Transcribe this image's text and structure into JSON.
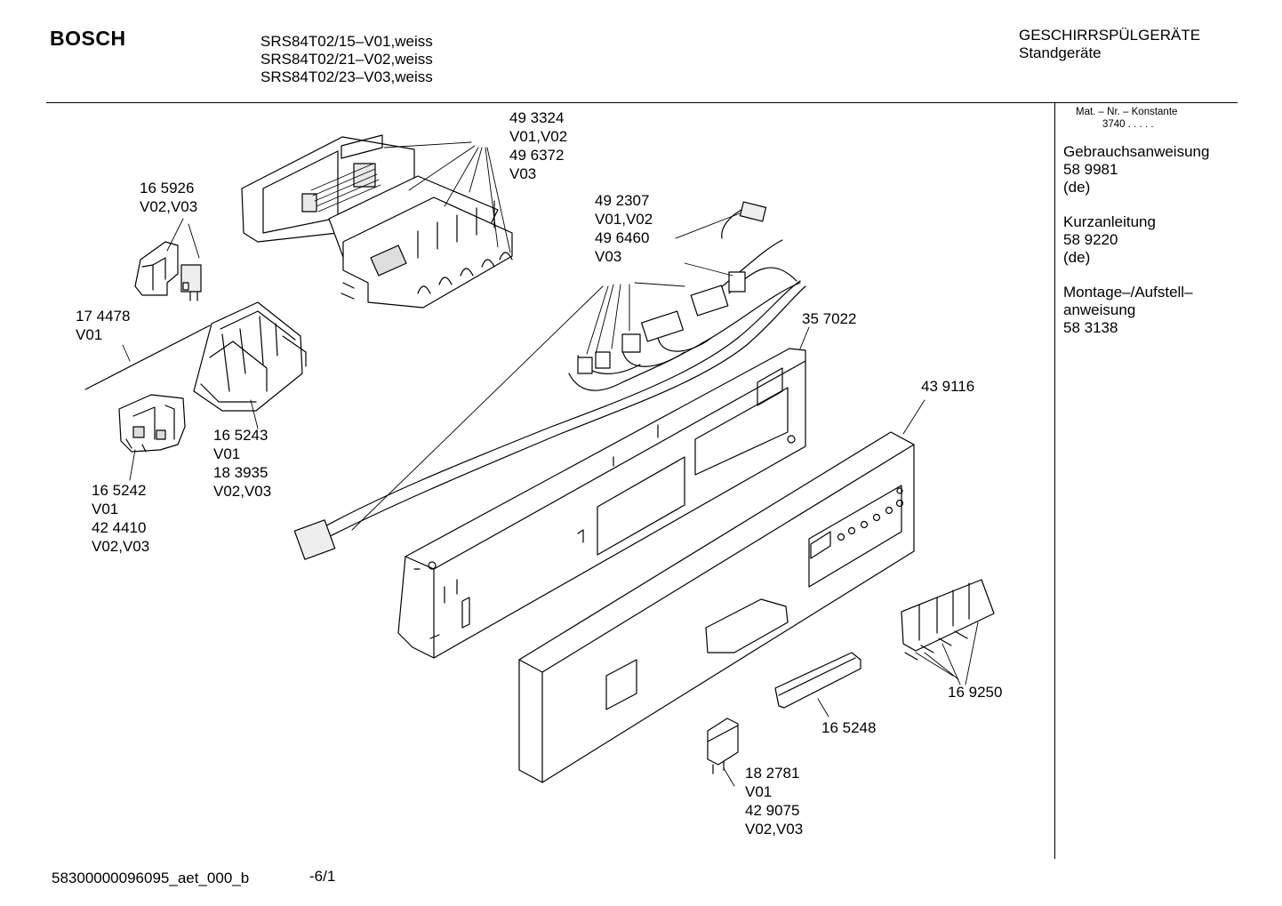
{
  "header": {
    "brand": "BOSCH",
    "models": [
      "SRS84T02/15–V01,weiss",
      "SRS84T02/21–V02,weiss",
      "SRS84T02/23–V03,weiss"
    ],
    "category": "GESCHIRRSPÜLGERÄTE",
    "subcategory": "Standgeräte"
  },
  "sidebar": {
    "mat_label": "Mat. – Nr. – Konstante",
    "mat_value": "3740  .   .   .   .   .",
    "documents": [
      {
        "title": [
          "Gebrauchsanweisung"
        ],
        "number": "58 9981",
        "lang": "(de)"
      },
      {
        "title": [
          "Kurzanleitung"
        ],
        "number": "58 9220",
        "lang": "(de)"
      },
      {
        "title": [
          "Montage–/Aufstell–",
          "anweisung"
        ],
        "number": "58 3138",
        "lang": ""
      }
    ]
  },
  "callouts": [
    {
      "id": "c1",
      "lines": [
        "49 3324",
        "V01,V02",
        "49 6372",
        "V03"
      ]
    },
    {
      "id": "c2",
      "lines": [
        "16 5926",
        "V02,V03"
      ]
    },
    {
      "id": "c3",
      "lines": [
        "49 2307",
        "V01,V02",
        "49 6460",
        "V03"
      ]
    },
    {
      "id": "c4",
      "lines": [
        "17 4478",
        "V01"
      ]
    },
    {
      "id": "c5",
      "lines": [
        "35 7022"
      ]
    },
    {
      "id": "c6",
      "lines": [
        "43 9116"
      ]
    },
    {
      "id": "c7",
      "lines": [
        "16 5243",
        "V01",
        "18 3935",
        "V02,V03"
      ]
    },
    {
      "id": "c8",
      "lines": [
        "16 5242",
        "V01",
        "42 4410",
        "V02,V03"
      ]
    },
    {
      "id": "c9",
      "lines": [
        "16 9250"
      ]
    },
    {
      "id": "c10",
      "lines": [
        "16 5248"
      ]
    },
    {
      "id": "c11",
      "lines": [
        "18 2781",
        "V01",
        "42 9075",
        "V02,V03"
      ]
    }
  ],
  "footer": {
    "doc_id": "58300000096095_aet_000_b",
    "page": "-6/1"
  }
}
